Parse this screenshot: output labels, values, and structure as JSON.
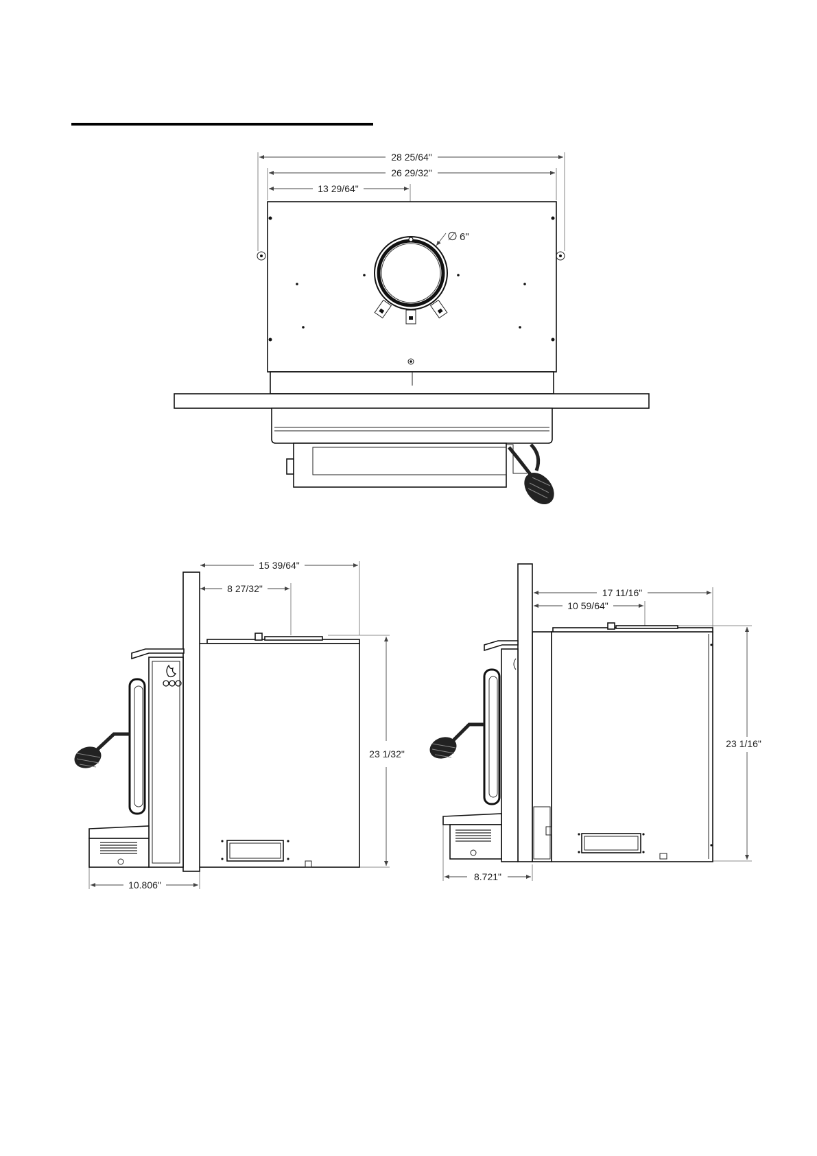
{
  "dimensions": {
    "top_overall_width": "28 25/64\"",
    "top_body_width": "26 29/32\"",
    "top_flue_offset": "13 29/64\"",
    "flue_diameter": "6\"",
    "left_depth": "15 39/64\"",
    "left_flue_offset": "8 27/32\"",
    "left_height": "23 1/32\"",
    "left_front_projection": "10.806\"",
    "right_depth": "17 11/16\"",
    "right_flue_offset": "10 59/64\"",
    "right_height": "23 1/16\"",
    "right_front_projection": "8.721\""
  },
  "symbols": {
    "diameter": "∅"
  },
  "colors": {
    "line": "#111111",
    "dimension": "#444444",
    "handle": "#222222"
  }
}
